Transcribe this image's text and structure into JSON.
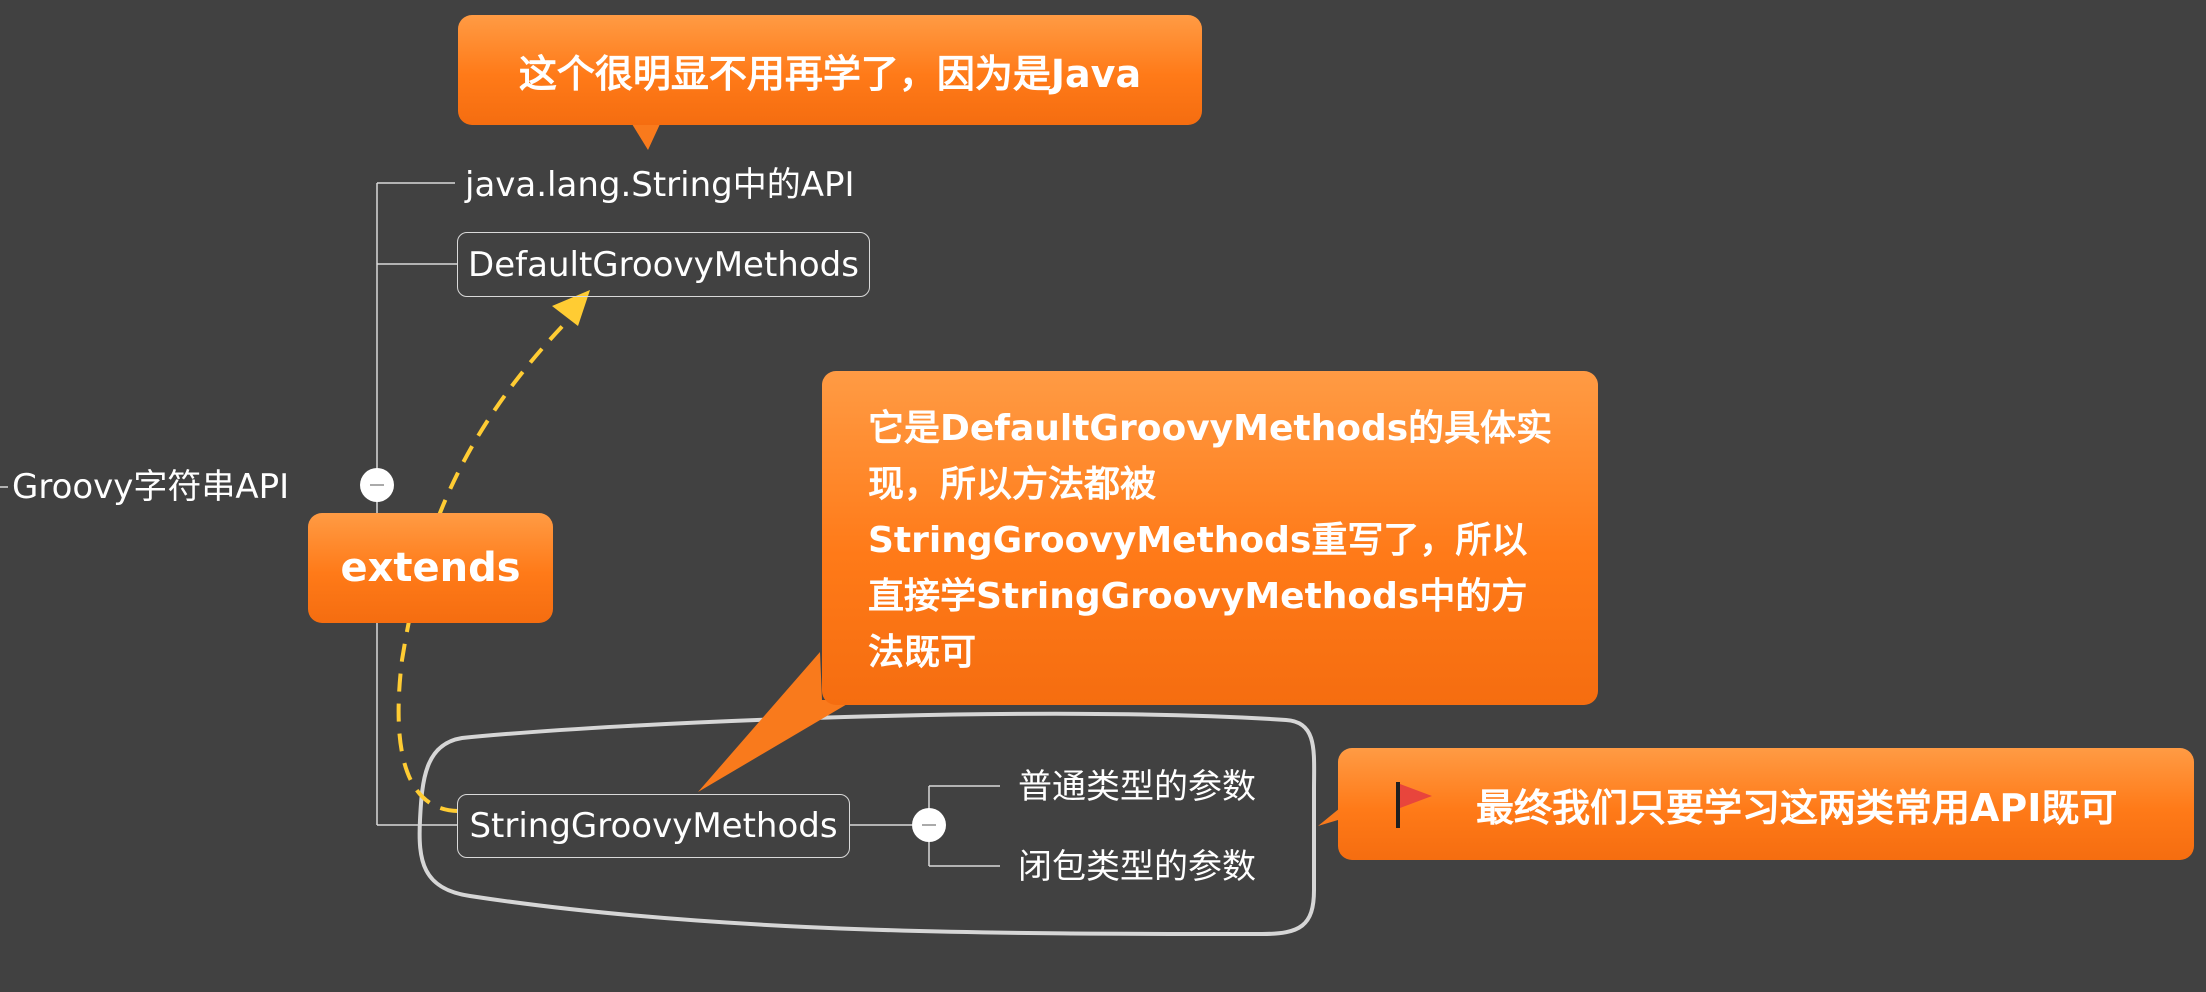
{
  "colors": {
    "background": "#414141",
    "callout_orange": "#ff7a18",
    "dashed_arrow": "#ffcc33",
    "line": "#d9d9d9",
    "boundary": "#d6d6d6",
    "flag": "#e8453c"
  },
  "mindmap": {
    "root": "Groovy字符串API",
    "branches": [
      {
        "label": "java.lang.String中的API"
      },
      {
        "label": "DefaultGroovyMethods"
      },
      {
        "label": "StringGroovyMethods",
        "children": [
          {
            "label": "普通类型的参数"
          },
          {
            "label": "闭包类型的参数"
          }
        ]
      }
    ]
  },
  "callouts": {
    "top": "这个很明显不用再学了，因为是Java",
    "main_lines": [
      "它是DefaultGroovyMethods的具体实",
      "现，所以方法都被",
      "StringGroovyMethods重写了，所以",
      "直接学StringGroovyMethods中的方",
      "法既可"
    ],
    "extends": "extends",
    "final": "最终我们只要学习这两类常用API既可",
    "final_icon": "flag-icon"
  }
}
